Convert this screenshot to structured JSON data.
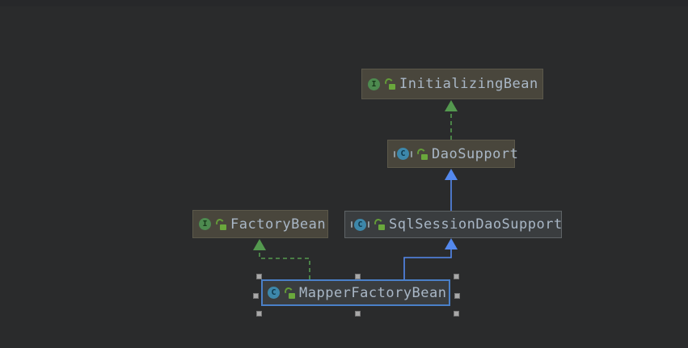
{
  "app": {
    "title": "Class diagram"
  },
  "colors": {
    "background": "#2a2b2c",
    "library_node_bg": "#49463c",
    "class_node_bg": "#3a3d3f",
    "selection_border": "#4a80c8",
    "extends_edge": "#5489ee",
    "implements_edge": "#54994f",
    "text": "#a9b7c6",
    "handle": "#a8a8a8"
  },
  "icons": {
    "interface_letter": "I",
    "class_letter": "C",
    "public_lock": "open-green-padlock"
  },
  "diagram": {
    "nodes": [
      {
        "label": "InitializingBean",
        "kind": "interface",
        "visibility": "public",
        "selected": false
      },
      {
        "label": "DaoSupport",
        "kind": "abstract-class",
        "visibility": "public",
        "selected": false
      },
      {
        "label": "FactoryBean",
        "kind": "interface",
        "visibility": "public",
        "selected": false
      },
      {
        "label": "SqlSessionDaoSupport",
        "kind": "abstract-class",
        "visibility": "public",
        "selected": false
      },
      {
        "label": "MapperFactoryBean",
        "kind": "class",
        "visibility": "public",
        "selected": true
      }
    ],
    "edges": [
      {
        "from": "DaoSupport",
        "to": "InitializingBean",
        "type": "implements"
      },
      {
        "from": "SqlSessionDaoSupport",
        "to": "DaoSupport",
        "type": "extends"
      },
      {
        "from": "MapperFactoryBean",
        "to": "FactoryBean",
        "type": "implements"
      },
      {
        "from": "MapperFactoryBean",
        "to": "SqlSessionDaoSupport",
        "type": "extends"
      }
    ],
    "selection": {
      "selected_node": "MapperFactoryBean",
      "handle_count": 8
    }
  }
}
